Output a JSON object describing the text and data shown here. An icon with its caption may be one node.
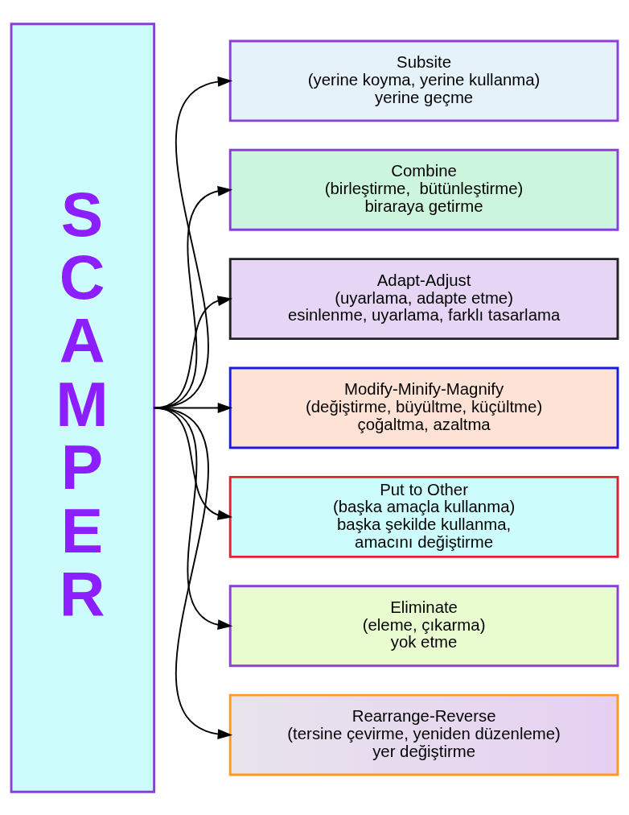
{
  "diagram": {
    "nodes": [
      {
        "text": [
          "S C A M P E R"
        ]
      },
      {
        "text": [
          "Subsite (yerine koyma, yerine kullanma) yerine geçme"
        ]
      },
      {
        "text": [
          "Combine (birleştirme,  bütünleştirme) biraraya getirme"
        ]
      },
      {
        "text": [
          "Adapt-Adjust (uyarlama, adapte etme) esinlenme, uyarlama, farklı tasarlama"
        ]
      },
      {
        "text": [
          "Modify-Minify-Magnify (değiştirme, büyültme, küçültme) çoğaltma, azaltma"
        ]
      },
      {
        "text": [
          "Put to Other (başka amaçla kullanma) başka şekilde kullanma, amacını değiştirme"
        ]
      },
      {
        "text": [
          "Eliminate (eleme, çıkarma) yok etme"
        ]
      },
      {
        "text": [
          "Rearrange-Reverse (tersine çevirme, yeniden düzenleme) yer değiştirme"
        ]
      }
    ],
    "edges": [
      {
        "from": 0,
        "to": 1,
        "arrow": "to"
      },
      {
        "from": 0,
        "to": 2,
        "arrow": "to"
      },
      {
        "from": 0,
        "to": 3,
        "arrow": "to"
      },
      {
        "from": 0,
        "to": 4,
        "arrow": "to"
      },
      {
        "from": 0,
        "to": 5,
        "arrow": "to"
      },
      {
        "from": 0,
        "to": 6,
        "arrow": "to"
      },
      {
        "from": 0,
        "to": 7,
        "arrow": "to"
      }
    ]
  }
}
